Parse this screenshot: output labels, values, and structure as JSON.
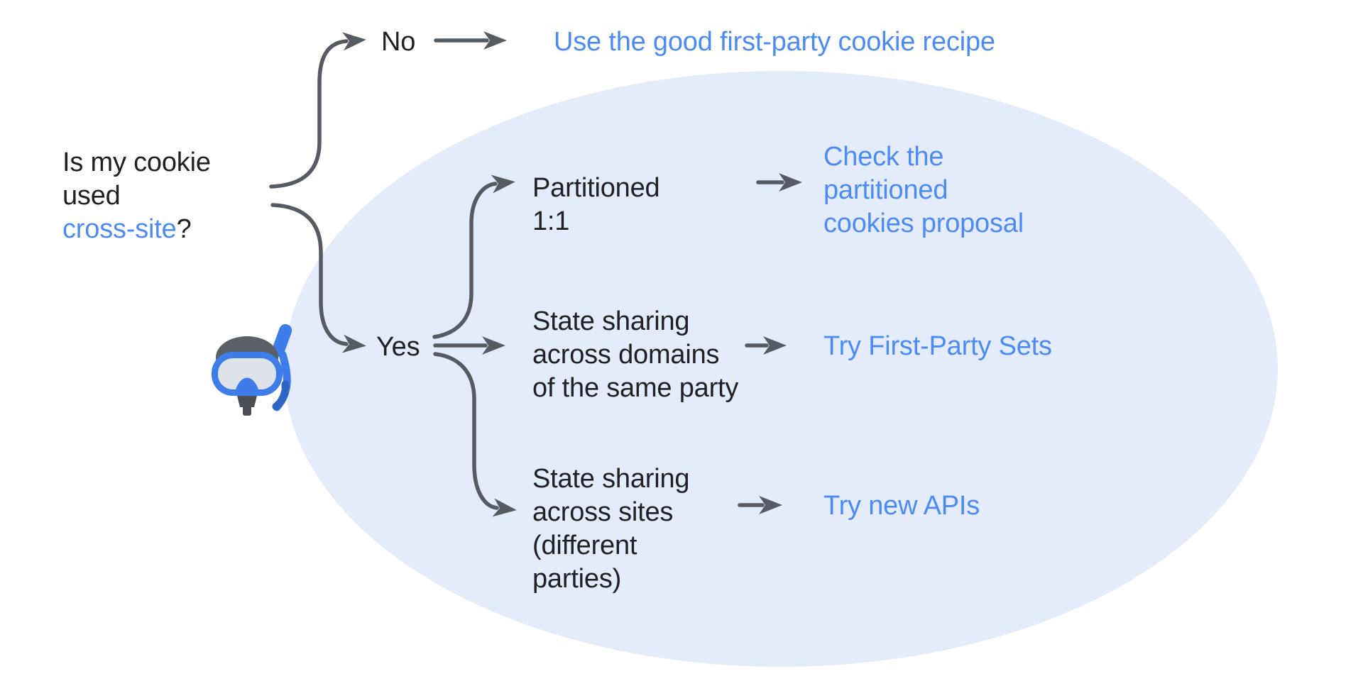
{
  "palette": {
    "background": "#FFFFFF",
    "ellipse_fill": "#E4EBFA",
    "text_color": "#202124",
    "link_color": "#4C8BF4",
    "arrow_color": "#565B63"
  },
  "question": {
    "line1": "Is my cookie",
    "line2": "used",
    "highlight": "cross-site",
    "suffix": "?"
  },
  "branches": {
    "no": {
      "label": "No",
      "result": "Use the good first-party cookie recipe"
    },
    "yes": {
      "label": "Yes",
      "options": [
        {
          "condition": [
            "Partitioned",
            "1:1"
          ],
          "result": [
            "Check the",
            "partitioned",
            "cookies proposal"
          ]
        },
        {
          "condition": [
            "State sharing",
            "across domains",
            "of the same party"
          ],
          "result": [
            "Try First-Party Sets"
          ]
        },
        {
          "condition": [
            "State sharing",
            "across sites",
            "(different",
            "parties)"
          ],
          "result": [
            "Try new APIs"
          ]
        }
      ]
    }
  },
  "icons": {
    "diving_mask": "diving-mask"
  }
}
